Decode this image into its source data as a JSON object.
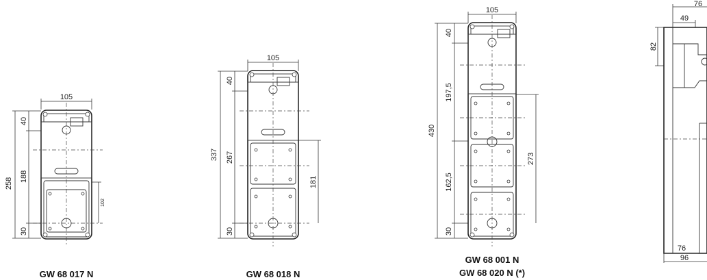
{
  "drawings": [
    {
      "caption": "GW 68 017 N",
      "width": "105",
      "dims_left": [
        "258",
        "188",
        "40",
        "30"
      ],
      "dims_right": [
        "102"
      ]
    },
    {
      "caption": "GW 68 018 N",
      "width": "105",
      "dims_left": [
        "337",
        "267",
        "40",
        "30"
      ],
      "dims_right": [
        "181"
      ]
    },
    {
      "caption_lines": [
        "GW 68 001 N",
        "GW 68 020 N (*)"
      ],
      "width": "105",
      "dims_left": [
        "430",
        "197,5",
        "162,5",
        "40",
        "30"
      ],
      "dims_right": [
        "273"
      ]
    },
    {
      "dims_top": [
        "76",
        "49"
      ],
      "dims_left": [
        "82"
      ],
      "dims_bottom": [
        "76",
        "96"
      ]
    }
  ]
}
